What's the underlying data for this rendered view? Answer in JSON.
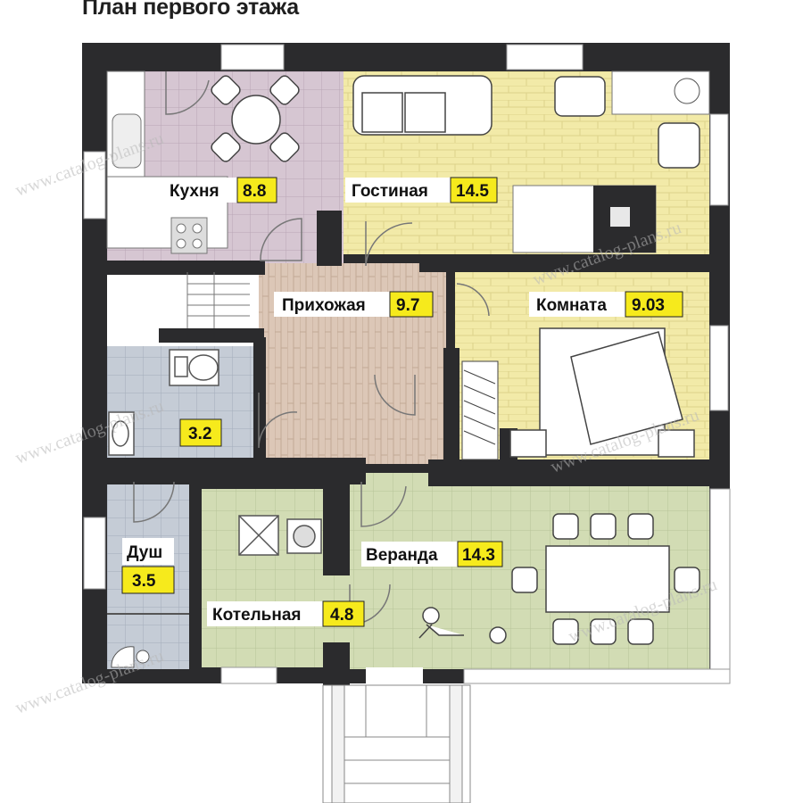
{
  "title": "План первого этажа",
  "rooms": [
    {
      "name": "Кухня",
      "area": "8.8"
    },
    {
      "name": "Гостиная",
      "area": "14.5"
    },
    {
      "name": "Прихожая",
      "area": "9.7"
    },
    {
      "name": "Комната",
      "area": "9.03"
    },
    {
      "name": "",
      "area": "3.2"
    },
    {
      "name": "Душ",
      "area": "3.5"
    },
    {
      "name": "Веранда",
      "area": "14.3"
    },
    {
      "name": "Котельная",
      "area": "4.8"
    }
  ],
  "watermark": "www.catalog-plans.ru",
  "colors": {
    "wall": "#2b2b2d",
    "kitchen": "#d6c6d2",
    "living": "#f2eaa8",
    "hall": "#dcc7b7",
    "veranda": "#d2dcb4",
    "bath": "#c5ccd6",
    "label_area_bg": "#f6ea1c"
  }
}
